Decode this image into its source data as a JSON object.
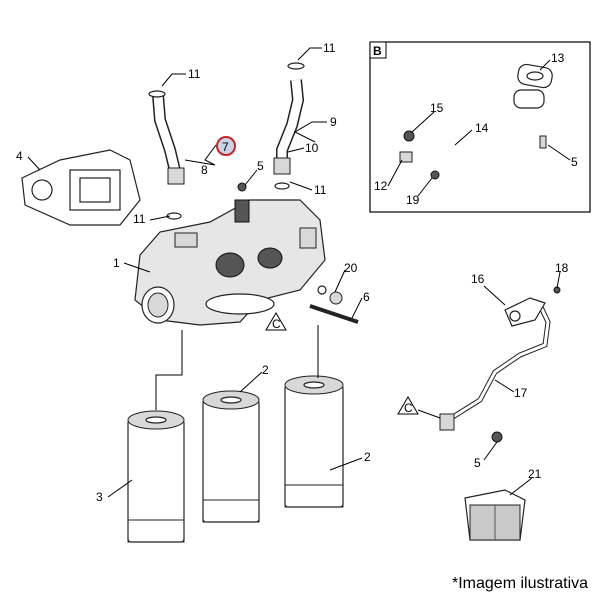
{
  "diagram": {
    "callouts": {
      "c11a": "11",
      "c11b": "11",
      "c11c": "11",
      "c11d": "11",
      "c9": "9",
      "c10": "10",
      "c7": "7",
      "c8": "8",
      "c4": "4",
      "c5a": "5",
      "c5b": "5",
      "c5c": "5",
      "c1": "1",
      "c20": "20",
      "c6": "6",
      "c2a": "2",
      "c2b": "2",
      "c3": "3",
      "c13": "13",
      "c14": "14",
      "c15": "15",
      "c12": "12",
      "c19": "19",
      "c16": "16",
      "c18": "18",
      "c17": "17",
      "c21": "21"
    },
    "section_refs": {
      "inset_b": "B",
      "ref_c1": "C",
      "ref_c2": "C"
    },
    "highlight_color": "#cc2222",
    "highlight_fill": "#c8d4e8"
  },
  "footnote": "*Imagem ilustrativa"
}
